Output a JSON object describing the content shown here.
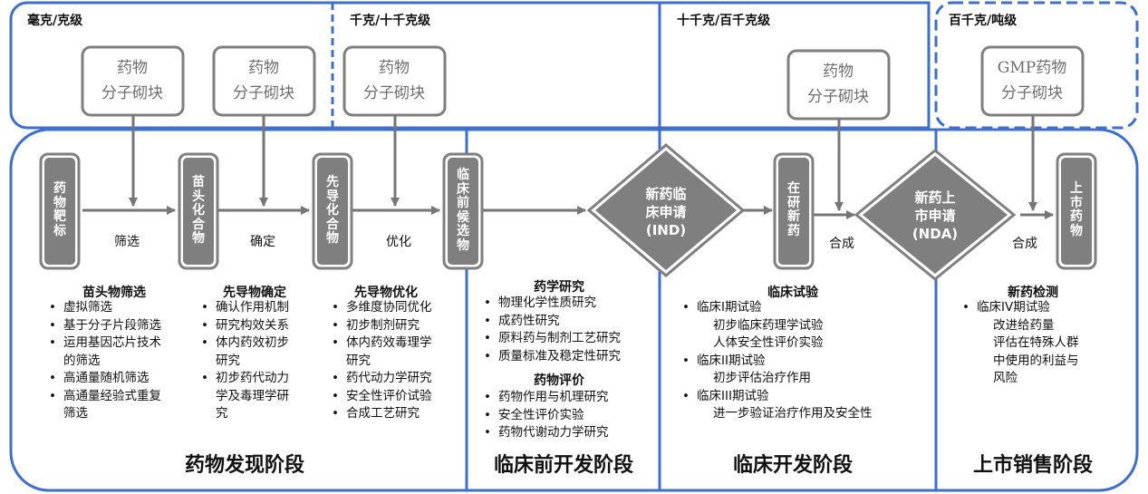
{
  "scales": [
    "毫克/克级",
    "千克/十千克级",
    "十千克/百千克级",
    "百千克/吨级"
  ],
  "blocks": [
    {
      "line1": "药物",
      "line2": "分子砌块"
    },
    {
      "line1": "药物",
      "line2": "分子砌块"
    },
    {
      "line1": "药物",
      "line2": "分子砌块"
    },
    {
      "line1": "药物",
      "line2": "分子砌块"
    },
    {
      "line1": "GMP药物",
      "line2": "分子砌块"
    }
  ],
  "process_boxes": [
    "药物靶标",
    "苗头化合物",
    "先导化合物",
    "临床前候选物",
    "在研新药",
    "上市药物"
  ],
  "actions": [
    "筛选",
    "确定",
    "优化",
    "合成",
    "合成"
  ],
  "milestones": [
    {
      "line1": "新药临",
      "line2": "床申请",
      "line3": "(IND)"
    },
    {
      "line1": "新药上",
      "line2": "市申请",
      "line3": "(NDA)"
    }
  ],
  "sections": {
    "hit_screening": {
      "title": "苗头物筛选",
      "items": [
        "虚拟筛选",
        "基于分子片段筛选",
        "运用基因芯片技术",
        "的筛选",
        "高通量随机筛选",
        "高通量经验式重复",
        "筛选"
      ]
    },
    "lead_confirm": {
      "title": "先导物确定",
      "items": [
        "确认作用机制",
        "研究构效关系",
        "体内药效初步",
        "研究",
        "初步药代动力",
        "学及毒理学研",
        "究"
      ]
    },
    "lead_optimize": {
      "title": "先导物优化",
      "items": [
        "多维度协同优化",
        "初步制剂研究",
        "体内药效毒理学",
        "研究",
        "药代动力学研究",
        "安全性评价试验",
        "合成工艺研究"
      ]
    },
    "pharma_research": {
      "title": "药学研究",
      "items": [
        "物理化学性质研究",
        "成药性研究",
        "原料药与制剂工艺研究",
        "质量标准及稳定性研究"
      ]
    },
    "drug_eval": {
      "title": "药物评价",
      "items": [
        "药物作用与机理研究",
        "安全性评价实验",
        "药物代谢动力学研究"
      ]
    },
    "clinical": {
      "title": "临床试验",
      "items": [
        "临床I期试验",
        "初步临床药理学试验",
        "人体安全性评价实验",
        "临床II期试验",
        "初步评估治疗作用",
        "临床III期试验",
        "进一步验证治疗作用及安全性"
      ]
    },
    "post_market": {
      "title": "新药检测",
      "items": [
        "临床IV期试验",
        "改进给药量",
        "评估在特殊人群",
        "中使用的利益与",
        "风险"
      ]
    }
  },
  "stages": [
    "药物发现阶段",
    "临床前开发阶段",
    "临床开发阶段",
    "上市销售阶段"
  ],
  "colors": {
    "blue": "#3d6fcb",
    "gray_box": "#7f7f7f",
    "arrow": "#767676"
  }
}
